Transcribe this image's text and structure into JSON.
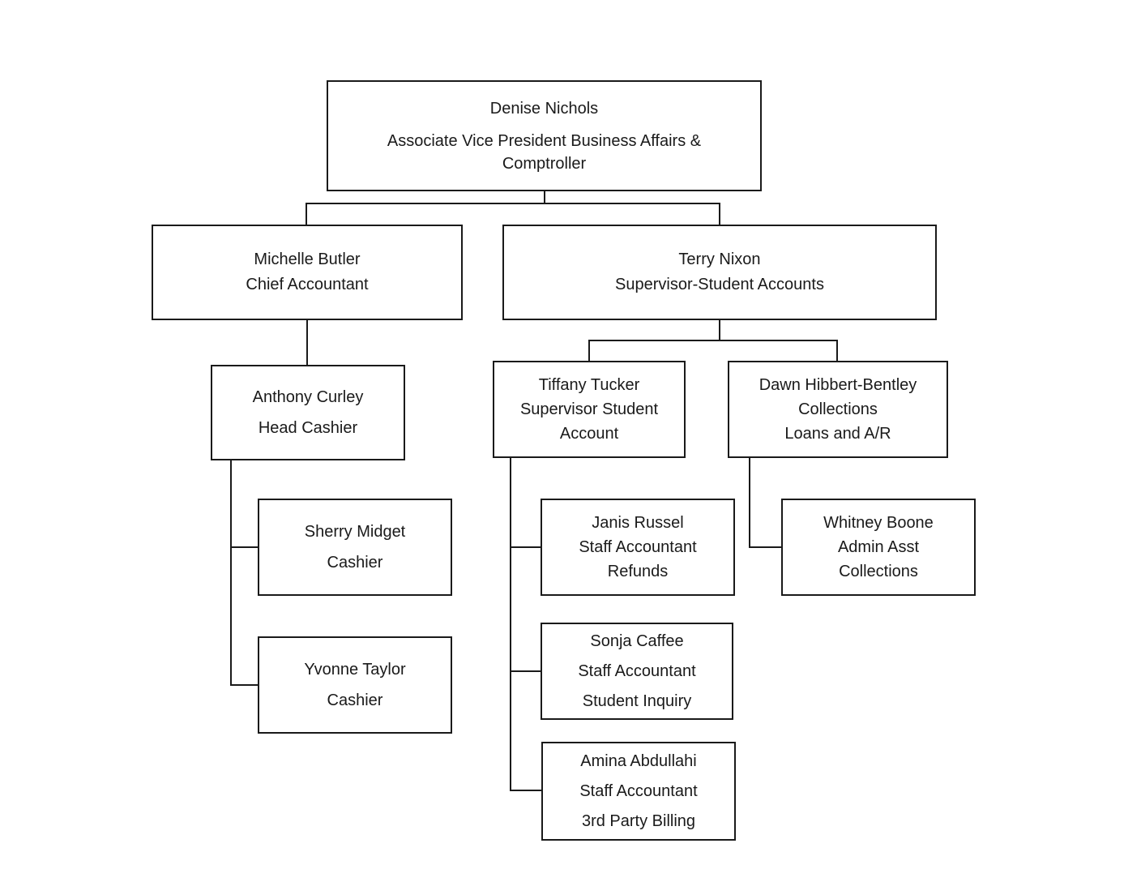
{
  "chart_title": "",
  "colors": {
    "background": "#ffffff",
    "box_border": "#1a1a1a",
    "text": "#1a1a1a",
    "connector": "#1a1a1a"
  },
  "nodes": [
    {
      "id": "denise-nichols",
      "lines": [
        "Denise Nichols",
        "Associate Vice President Business Affairs & Comptroller"
      ],
      "reports_to": null
    },
    {
      "id": "michelle-butler",
      "lines": [
        "Michelle Butler",
        "Chief Accountant"
      ],
      "reports_to": "denise-nichols"
    },
    {
      "id": "terry-nixon",
      "lines": [
        "Terry Nixon",
        "Supervisor-Student Accounts"
      ],
      "reports_to": "denise-nichols"
    },
    {
      "id": "anthony-curley",
      "lines": [
        "Anthony Curley",
        "Head Cashier"
      ],
      "reports_to": "michelle-butler"
    },
    {
      "id": "tiffany-tucker",
      "lines": [
        "Tiffany Tucker",
        "Supervisor Student Account"
      ],
      "reports_to": "terry-nixon"
    },
    {
      "id": "dawn-hibbert-bentley",
      "lines": [
        "Dawn Hibbert-Bentley",
        "Collections",
        "Loans and A/R"
      ],
      "reports_to": "terry-nixon"
    },
    {
      "id": "sherry-midget",
      "lines": [
        "Sherry Midget",
        "Cashier"
      ],
      "reports_to": "anthony-curley"
    },
    {
      "id": "yvonne-taylor",
      "lines": [
        "Yvonne Taylor",
        "Cashier"
      ],
      "reports_to": "anthony-curley"
    },
    {
      "id": "janis-russel",
      "lines": [
        "Janis Russel",
        "Staff Accountant",
        "Refunds"
      ],
      "reports_to": "tiffany-tucker"
    },
    {
      "id": "sonja-caffee",
      "lines": [
        "Sonja Caffee",
        "Staff Accountant",
        "Student Inquiry"
      ],
      "reports_to": "tiffany-tucker"
    },
    {
      "id": "amina-abdullahi",
      "lines": [
        "Amina Abdullahi",
        "Staff Accountant",
        "3rd Party Billing"
      ],
      "reports_to": "tiffany-tucker"
    },
    {
      "id": "whitney-boone",
      "lines": [
        "Whitney Boone",
        "Admin Asst",
        "Collections"
      ],
      "reports_to": "dawn-hibbert-bentley"
    }
  ]
}
